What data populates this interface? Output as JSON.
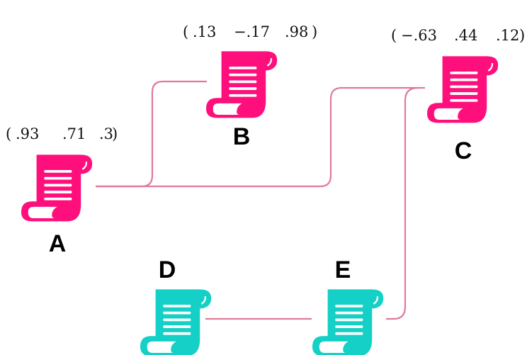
{
  "colors": {
    "magenta": "#ff0f7b",
    "cyan": "#14d0c6",
    "edge": "#e07a9a"
  },
  "icon": "scroll-document-icon",
  "nodes": [
    {
      "id": "A",
      "label": "A",
      "color": "magenta",
      "vector": [
        "(",
        ".93",
        ".71",
        ".3",
        ")"
      ]
    },
    {
      "id": "B",
      "label": "B",
      "color": "magenta",
      "vector": [
        "(",
        ".13",
        "−.17",
        ".98",
        ")"
      ]
    },
    {
      "id": "C",
      "label": "C",
      "color": "magenta",
      "vector": [
        "(",
        "−.63",
        ".44",
        ".12",
        ")"
      ]
    },
    {
      "id": "D",
      "label": "D",
      "color": "cyan",
      "vector": []
    },
    {
      "id": "E",
      "label": "E",
      "color": "cyan",
      "vector": []
    }
  ],
  "edges": [
    {
      "from": "A",
      "to": "B"
    },
    {
      "from": "A",
      "to": "C"
    },
    {
      "from": "C",
      "to": "E"
    },
    {
      "from": "D",
      "to": "E"
    }
  ]
}
